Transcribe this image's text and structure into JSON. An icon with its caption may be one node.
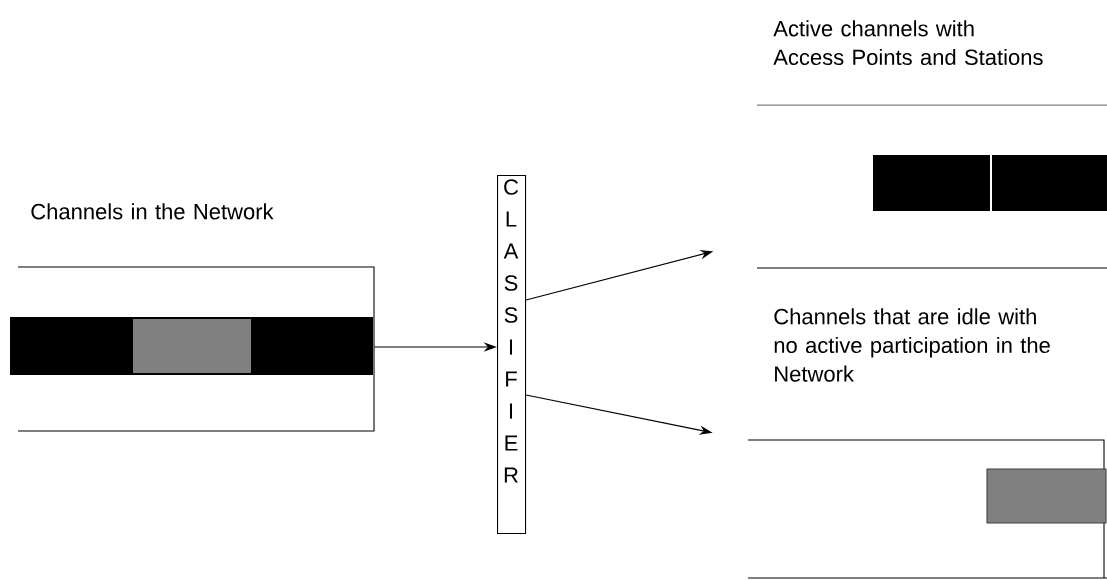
{
  "diagram": {
    "nodes": [
      {
        "text": [
          "Channels in the Network"
        ]
      },
      {
        "text": [
          "CLASSIFIER"
        ]
      },
      {
        "text": [
          "Active channels with Access Points and Stations"
        ]
      },
      {
        "text": [
          "Channels that are idle with no active participation in the Network"
        ]
      }
    ],
    "edges": [
      {
        "from": 0,
        "to": 1,
        "arrow": "to"
      },
      {
        "from": 1,
        "to": 2,
        "arrow": "to"
      },
      {
        "from": 1,
        "to": 3,
        "arrow": "to"
      }
    ]
  }
}
